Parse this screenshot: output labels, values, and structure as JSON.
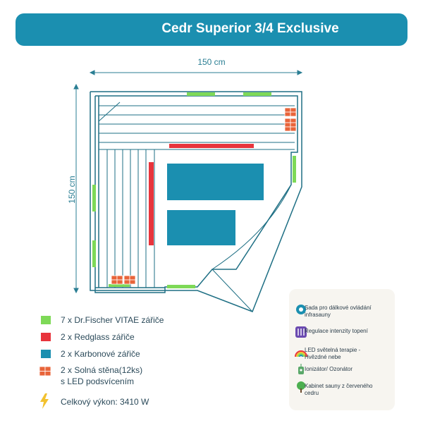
{
  "title": "Cedr Superior 3/4 Exclusive",
  "dimensions": {
    "width": "150 cm",
    "depth": "150 cm"
  },
  "legend": [
    {
      "label": "7 x Dr.Fischer VITAE zářiče",
      "color": "#7ed957"
    },
    {
      "label": "2 x Redglass zářiče",
      "color": "#e8343c"
    },
    {
      "label": "2 x Karbonové zářiče",
      "color": "#1b8fb0"
    },
    {
      "label_line1": "2 x Solná stěna(12ks)",
      "label_line2": "s LED podsvícením",
      "color": "#e8643a"
    },
    {
      "label": "Celkový výkon: 3410 W",
      "color": "#f2c12e"
    }
  ],
  "features": [
    {
      "icon": "gear-icon",
      "text": "Sada pro dálkové ovládání infrasauny"
    },
    {
      "icon": "sliders-icon",
      "text": "Regulace intenzity topení"
    },
    {
      "icon": "rainbow-icon",
      "text": "LED světelná terapie - Hvězdné nebe"
    },
    {
      "icon": "ionizer-icon",
      "text": "Ionizátor/ Ozonátor"
    },
    {
      "icon": "tree-icon",
      "text": "Kabinet sauny z červeného cedru"
    }
  ]
}
